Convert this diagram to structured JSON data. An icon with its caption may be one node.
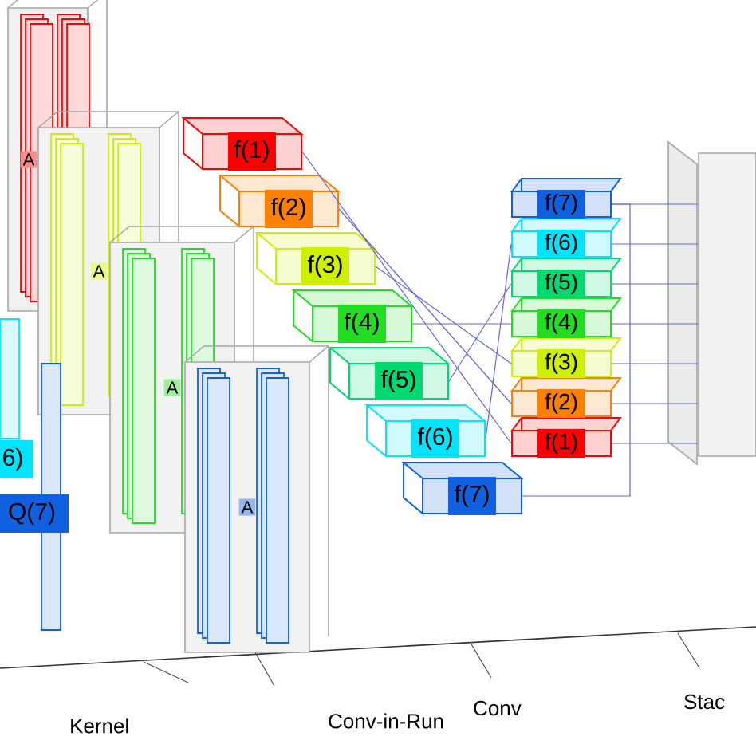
{
  "diagram": {
    "nodes": [
      {
        "text": [
          "A"
        ]
      },
      {
        "text": [
          "A"
        ]
      },
      {
        "text": [
          "A"
        ]
      },
      {
        "text": [
          "A"
        ]
      },
      {
        "text": [
          "6)"
        ]
      },
      {
        "text": [
          "Q(7)"
        ]
      },
      {
        "text": [
          "f(1)"
        ]
      },
      {
        "text": [
          "f(2)"
        ]
      },
      {
        "text": [
          "f(3)"
        ]
      },
      {
        "text": [
          "f(4)"
        ]
      },
      {
        "text": [
          "f(5)"
        ]
      },
      {
        "text": [
          "f(6)"
        ]
      },
      {
        "text": [
          "f(7)"
        ]
      },
      {
        "text": [
          "f(7)"
        ]
      },
      {
        "text": [
          "f(6)"
        ]
      },
      {
        "text": [
          "f(5)"
        ]
      },
      {
        "text": [
          "f(4)"
        ]
      },
      {
        "text": [
          "f(3)"
        ]
      },
      {
        "text": [
          "f(2)"
        ]
      },
      {
        "text": [
          "f(1)"
        ]
      },
      {
        "text": [],
        "shape": "box"
      }
    ],
    "edges": [
      {
        "from": 6,
        "to": 19,
        "arrow": "none"
      },
      {
        "from": 7,
        "to": 18,
        "arrow": "none"
      },
      {
        "from": 8,
        "to": 17,
        "arrow": "none"
      },
      {
        "from": 9,
        "to": 16,
        "arrow": "none"
      },
      {
        "from": 10,
        "to": 15,
        "arrow": "none"
      },
      {
        "from": 11,
        "to": 14,
        "arrow": "none"
      },
      {
        "from": 12,
        "to": 13,
        "arrow": "none"
      },
      {
        "from": 13,
        "to": 20,
        "arrow": "none"
      },
      {
        "from": 14,
        "to": 20,
        "arrow": "none"
      },
      {
        "from": 15,
        "to": 20,
        "arrow": "none"
      },
      {
        "from": 16,
        "to": 20,
        "arrow": "none"
      },
      {
        "from": 17,
        "to": 20,
        "arrow": "none"
      },
      {
        "from": 18,
        "to": 20,
        "arrow": "none"
      },
      {
        "from": 19,
        "to": 20,
        "arrow": "none"
      }
    ],
    "labels": [
      "Kernel",
      "Conv-in-Run",
      "Conv",
      "Stac"
    ]
  }
}
